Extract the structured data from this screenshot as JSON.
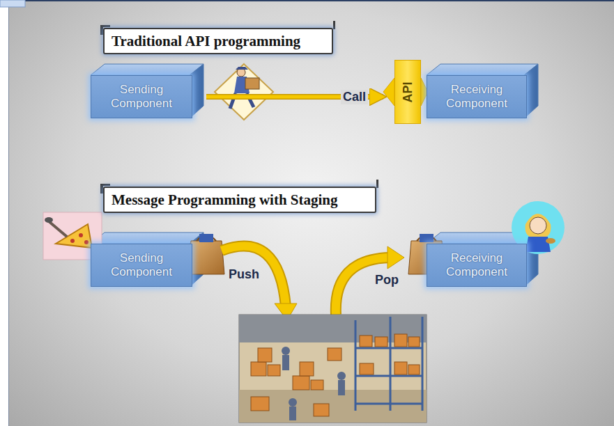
{
  "diagram": {
    "nodes": [
      {
        "text": [
          "Traditional API programming"
        ]
      },
      {
        "text": [
          "Sending Component"
        ]
      },
      {
        "text": [
          "API"
        ]
      },
      {
        "text": [
          "Receiving Component"
        ]
      },
      {
        "text": [
          "Message Programming with Staging"
        ]
      },
      {
        "text": [
          "Sending Component"
        ]
      },
      {
        "text": [
          "Receiving Component"
        ]
      }
    ],
    "edges": [
      {
        "from": 1,
        "to": 2,
        "label": "Call",
        "arrow": "to"
      }
    ],
    "labels": [
      "Push",
      "Pop"
    ]
  }
}
